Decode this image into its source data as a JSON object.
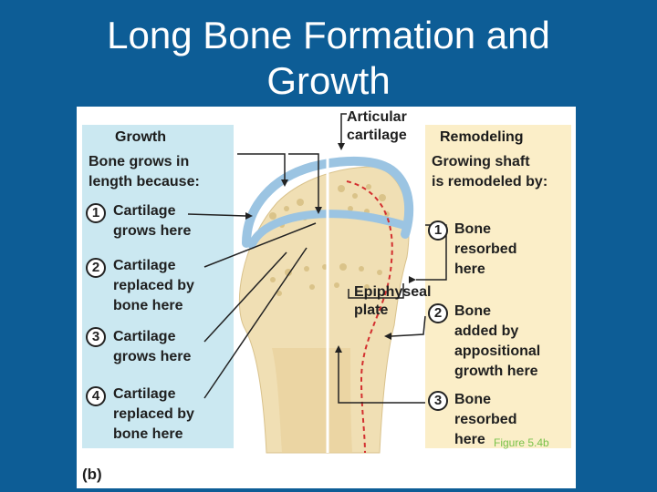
{
  "slide": {
    "title_line1": "Long Bone Formation and",
    "title_line2": "Growth",
    "figure_label": "Figure 5.4b"
  },
  "figure": {
    "part_label": "(b)",
    "callouts": {
      "articular_line1": "Articular",
      "articular_line2": "cartilage",
      "epiphyseal_line1": "Epiphyseal",
      "epiphyseal_line2": "plate"
    },
    "growth": {
      "heading": "Growth",
      "intro_line1": "Bone grows in",
      "intro_line2": "length because:",
      "items": [
        {
          "num": "1",
          "lines": [
            "Cartilage",
            "grows here"
          ]
        },
        {
          "num": "2",
          "lines": [
            "Cartilage",
            "replaced by",
            "bone here"
          ]
        },
        {
          "num": "3",
          "lines": [
            "Cartilage",
            "grows here"
          ]
        },
        {
          "num": "4",
          "lines": [
            "Cartilage",
            "replaced by",
            "bone here"
          ]
        }
      ]
    },
    "remodeling": {
      "heading": "Remodeling",
      "intro_line1": "Growing shaft",
      "intro_line2": "is remodeled by:",
      "items": [
        {
          "num": "1",
          "lines": [
            "Bone",
            "resorbed",
            "here"
          ]
        },
        {
          "num": "2",
          "lines": [
            "Bone",
            "added by",
            "appositional",
            "growth here"
          ]
        },
        {
          "num": "3",
          "lines": [
            "Bone",
            "resorbed",
            "here"
          ]
        }
      ]
    }
  },
  "colors": {
    "background": "#0d5d96",
    "growth_panel": "#cbe8f1",
    "remodel_panel": "#fbeec8",
    "bone": "#f0dfb4",
    "cartilage": "#9bc4e2",
    "remodel_line": "#d32f2f",
    "figure_label": "#79c24b"
  }
}
